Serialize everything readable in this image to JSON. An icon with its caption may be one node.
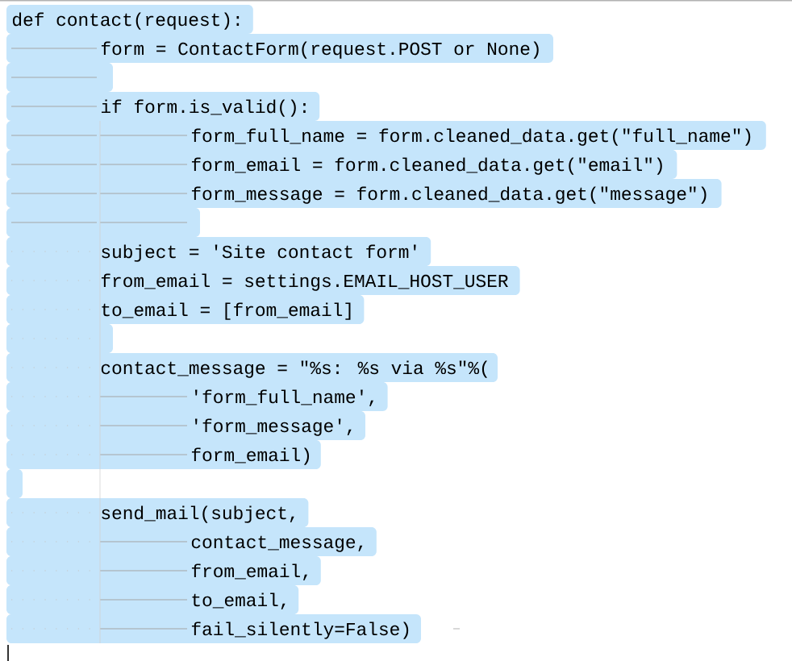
{
  "diagram": {
    "labels": [
      "def contact(request):",
      "form = ContactForm(request.POST or None)",
      "if form.is_valid():",
      "form_full_name = form.cleaned_data.get(\"full_name\")",
      "form_email = form.cleaned_data.get(\"email\")",
      "form_message = form.cleaned_data.get(\"message\")",
      "subject = 'Site contact form'",
      "from_email = settings.EMAIL_HOST_USER",
      "to_email = [from_email]",
      "contact_message = \"%s: %s via %s\"%(",
      "'form_full_name',",
      "'form_message',",
      "form_email)",
      "send_mail(subject,",
      "contact_message,",
      "from_email,",
      "to_email,",
      "fail_silently=False)"
    ]
  }
}
